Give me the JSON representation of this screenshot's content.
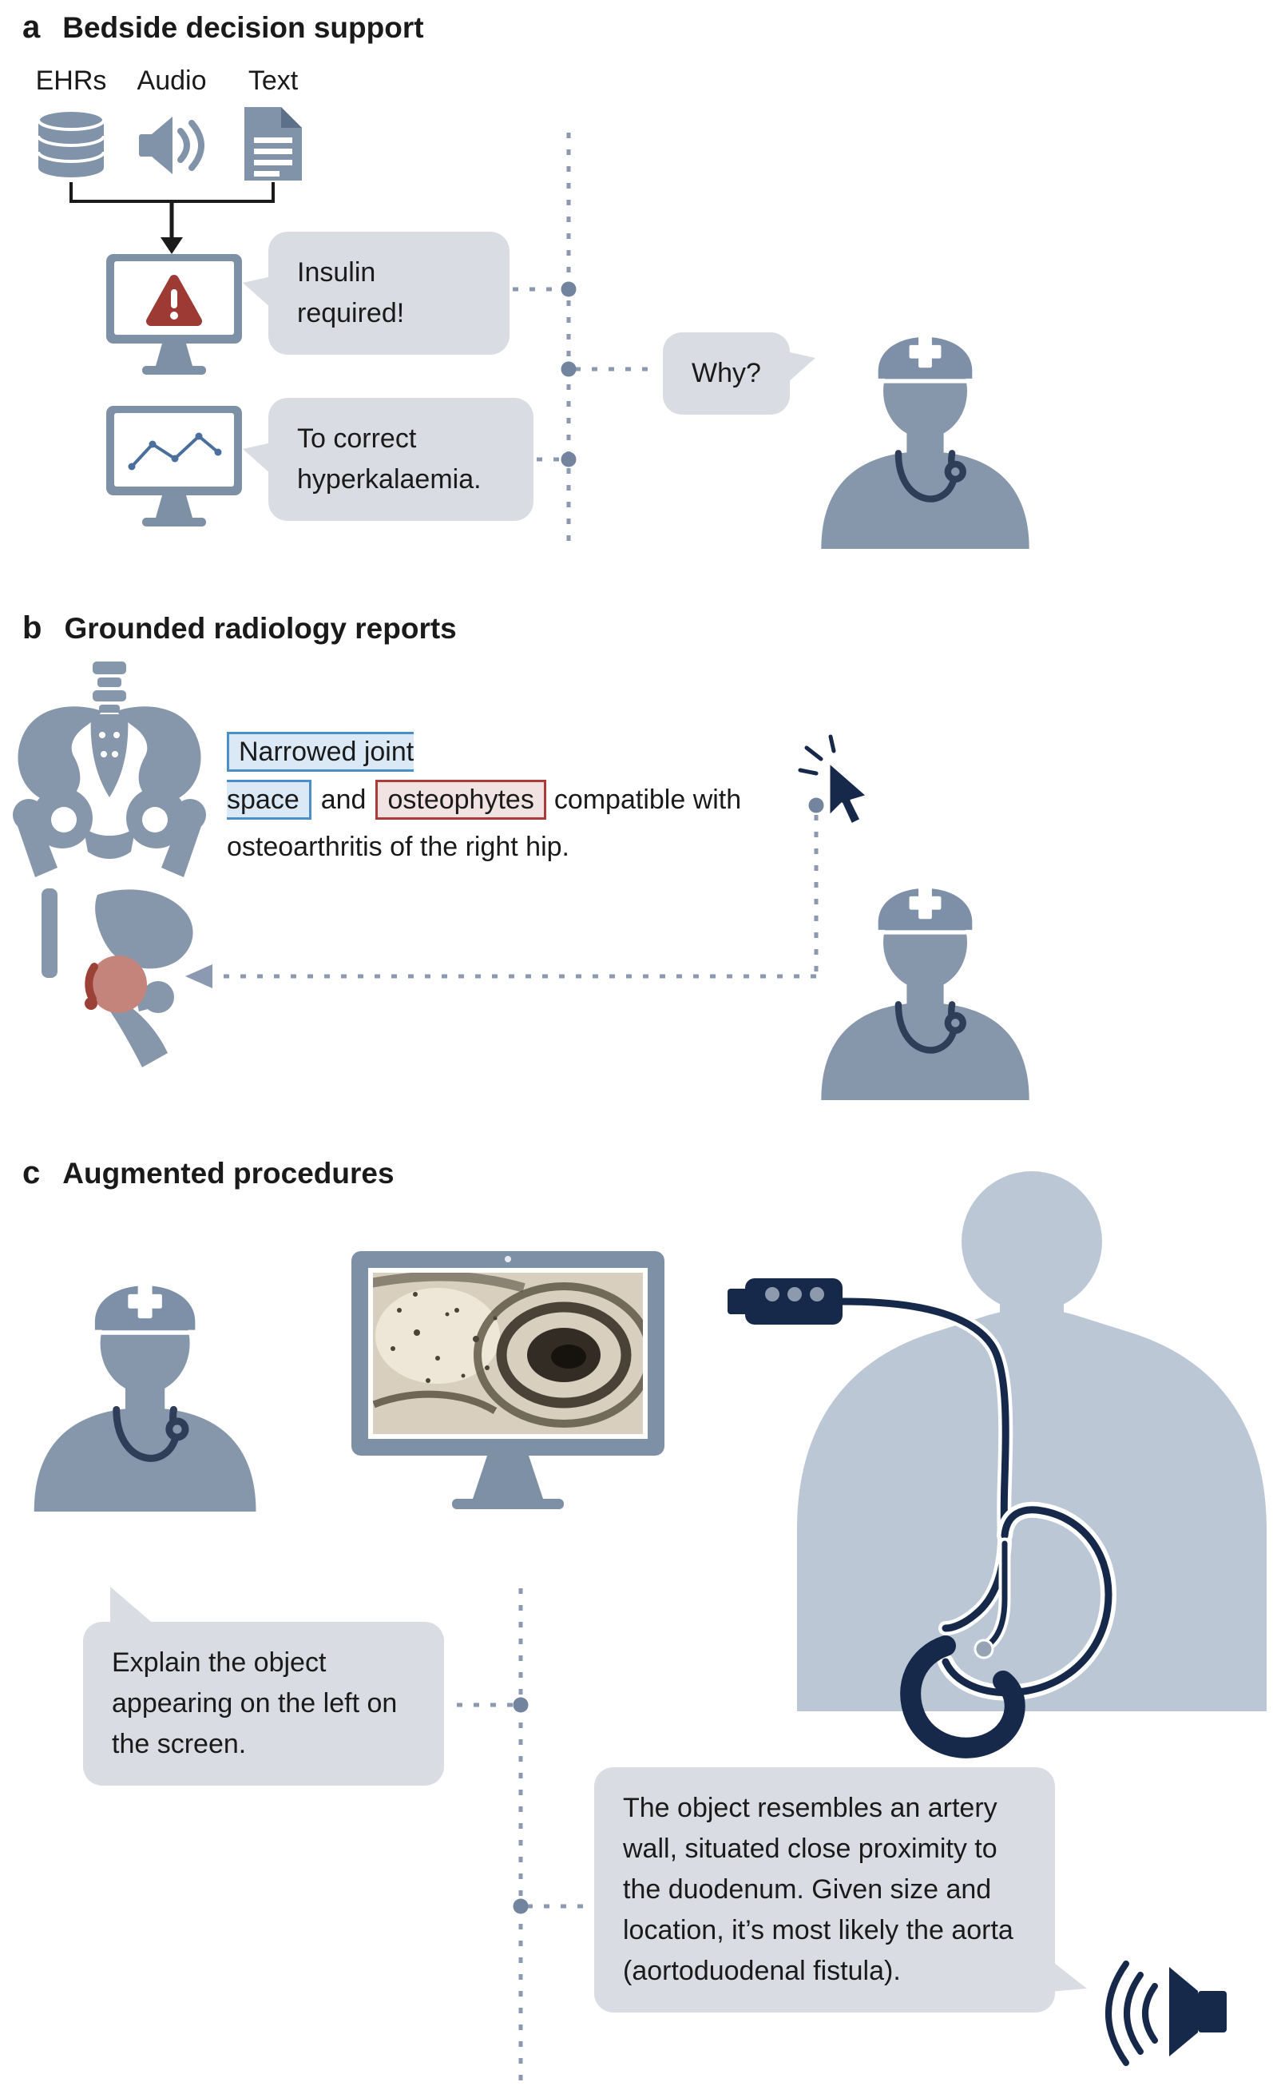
{
  "panel_a": {
    "label": "a",
    "title": "Bedside decision support",
    "sources": {
      "ehrs": "EHRs",
      "audio": "Audio",
      "text": "Text"
    },
    "bubble_alert": "Insulin required!",
    "bubble_why": "Why?",
    "bubble_explanation": "To correct hyperkalaemia."
  },
  "panel_b": {
    "label": "b",
    "title": "Grounded radiology reports",
    "report": {
      "finding_blue": "Narrowed joint space",
      "conjunction": "and",
      "finding_red": "osteophytes",
      "remainder": "compatible with osteoarthritis of the right hip."
    }
  },
  "panel_c": {
    "label": "c",
    "title": "Augmented procedures",
    "bubble_question": "Explain the object appearing on the left on the screen.",
    "bubble_answer": "The object resembles an artery wall, situated close proximity to the duodenum. Given size and location, it’s most likely the aorta (aortoduodenal fistula)."
  },
  "colors": {
    "icon_gray_blue": "#8093a9",
    "monitor_gray": "#7e90a6",
    "bubble_gray": "#d9dde3",
    "alert_red": "#9d3a34",
    "highlight_blue_border": "#4a8fc7",
    "highlight_blue_fill": "#dbe9f6",
    "highlight_red_border": "#a93b39",
    "highlight_red_fill": "#f0e3e2",
    "dashed_line": "#8b9ab0",
    "dark_navy": "#16294a",
    "patient_body": "#bcc7d6",
    "clinician_gray": "#8697ac",
    "chart_line": "#4a6f9d",
    "hip_red": "#c4847c",
    "text": "#1a1a1a"
  },
  "icons": {
    "panel_a": [
      "database-icon",
      "audio-speaker-icon",
      "document-icon",
      "merge-arrow-icon",
      "monitor-alert-icon",
      "warning-triangle-icon",
      "monitor-chart-icon",
      "clinician-icon",
      "timeline-dashed-line",
      "connector-dot"
    ],
    "panel_b": [
      "pelvis-xray-icon",
      "cursor-click-icon",
      "hip-closeup-icon",
      "arrow-left-icon",
      "clinician-icon"
    ],
    "panel_c": [
      "clinician-icon",
      "endoscopy-monitor-icon",
      "endoscope-device-icon",
      "patient-body-icon",
      "stomach-icon",
      "duodenum-icon",
      "speaker-output-icon",
      "timeline-dashed-line"
    ]
  }
}
